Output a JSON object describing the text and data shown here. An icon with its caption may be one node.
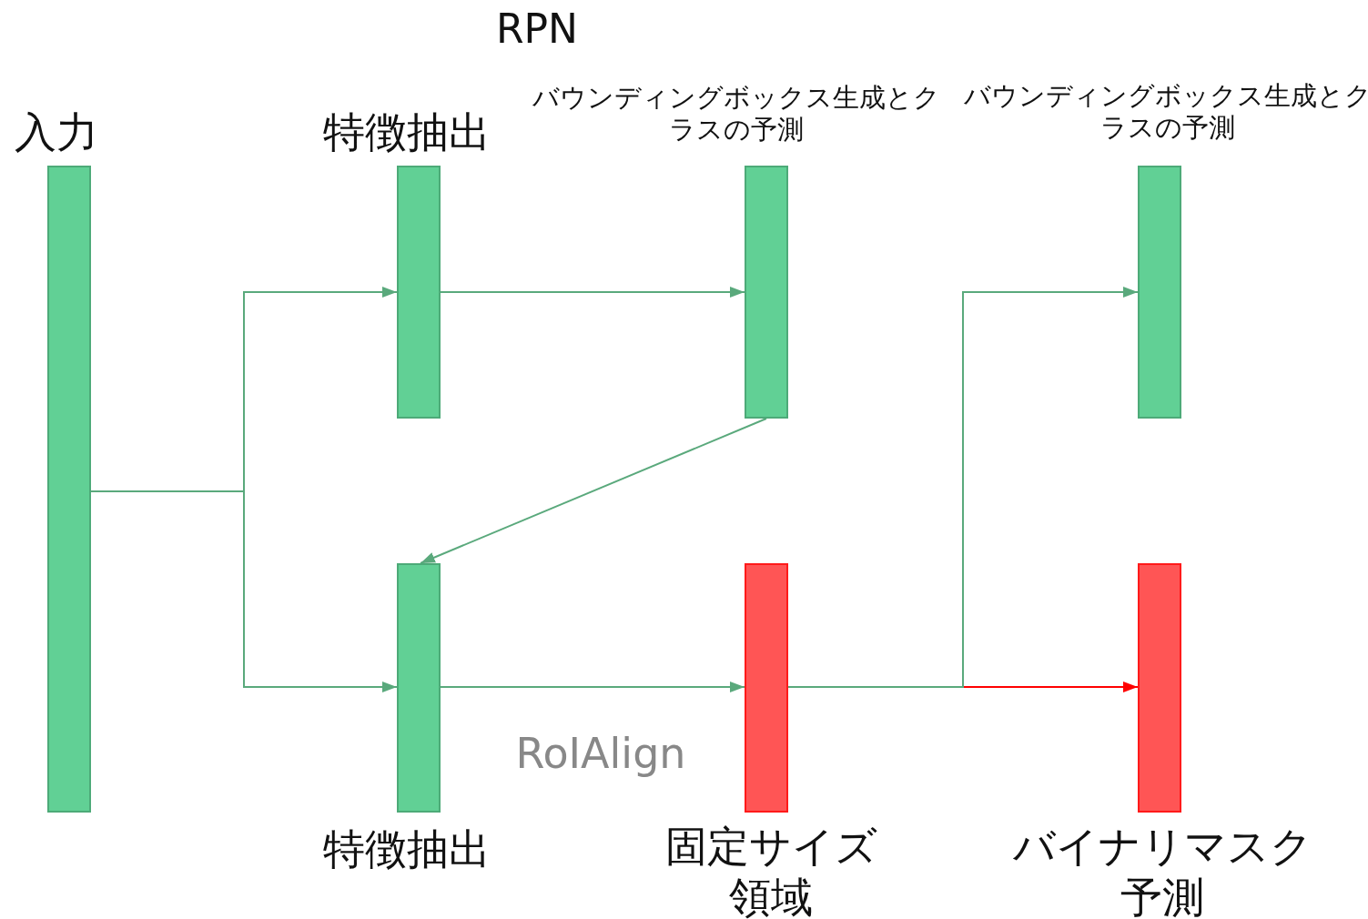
{
  "diagram": {
    "nodes": [
      {
        "text": [
          "入力"
        ]
      },
      {
        "text": [
          "特徴抽出"
        ]
      },
      {
        "text": [
          "バウンディングボックス生成とクラスの予測"
        ]
      },
      {
        "text": [
          "バウンディングボックス生成とクラスの予測"
        ]
      },
      {
        "text": [
          "特徴抽出"
        ]
      },
      {
        "text": [
          "固定サイズ領域"
        ]
      },
      {
        "text": [
          "バイナリマスク予測"
        ]
      }
    ],
    "edges": [
      {
        "from": 0,
        "to": 1,
        "arrow": "to"
      },
      {
        "from": 0,
        "to": 4,
        "arrow": "to"
      },
      {
        "from": 1,
        "to": 2,
        "arrow": "to"
      },
      {
        "from": 2,
        "to": 4,
        "arrow": "to"
      },
      {
        "from": 4,
        "to": 5,
        "arrow": "to"
      },
      {
        "from": 5,
        "to": 3,
        "arrow": "to"
      },
      {
        "from": 5,
        "to": 6,
        "arrow": "to",
        "color": "#ff0000"
      }
    ],
    "labels": [
      "RPN",
      "RoIAlign"
    ]
  }
}
